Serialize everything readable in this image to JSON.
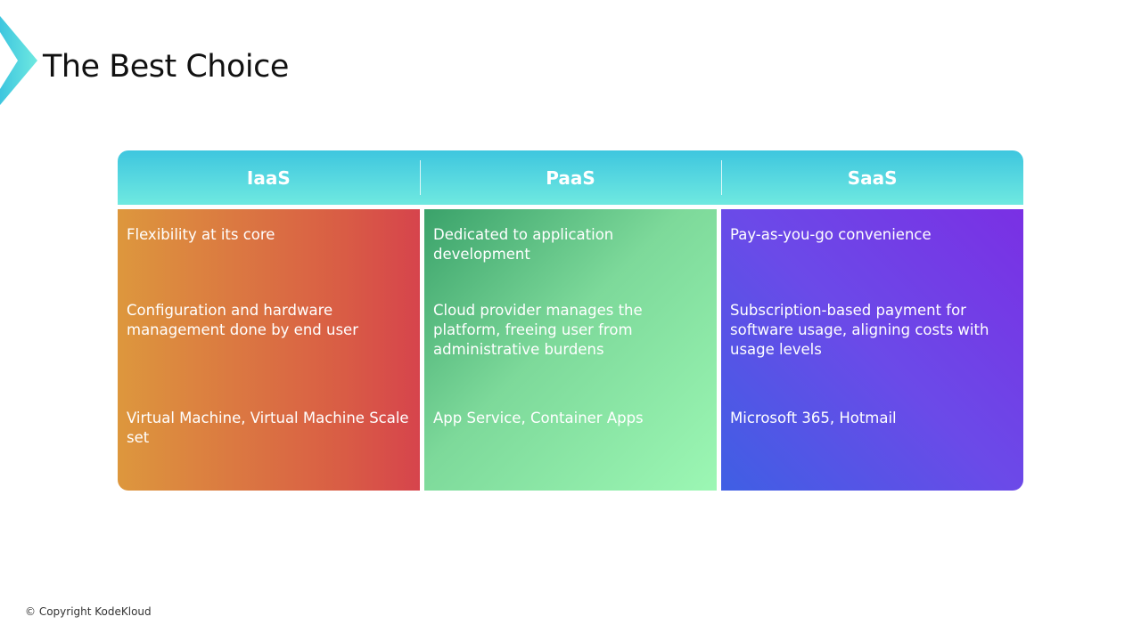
{
  "title": "The Best Choice",
  "columns": [
    {
      "header": "IaaS",
      "items": [
        "Flexibility at its core",
        "Configuration and hardware management done by end user",
        "Virtual Machine, Virtual Machine Scale set"
      ]
    },
    {
      "header": "PaaS",
      "items": [
        "Dedicated to application development",
        "Cloud provider manages the platform, freeing user from administrative burdens",
        "App Service, Container Apps"
      ]
    },
    {
      "header": "SaaS",
      "items": [
        "Pay-as-you-go convenience",
        "Subscription-based payment for software usage, aligning costs with usage levels",
        "Microsoft 365, Hotmail"
      ]
    }
  ],
  "copyright": "© Copyright KodeKloud"
}
